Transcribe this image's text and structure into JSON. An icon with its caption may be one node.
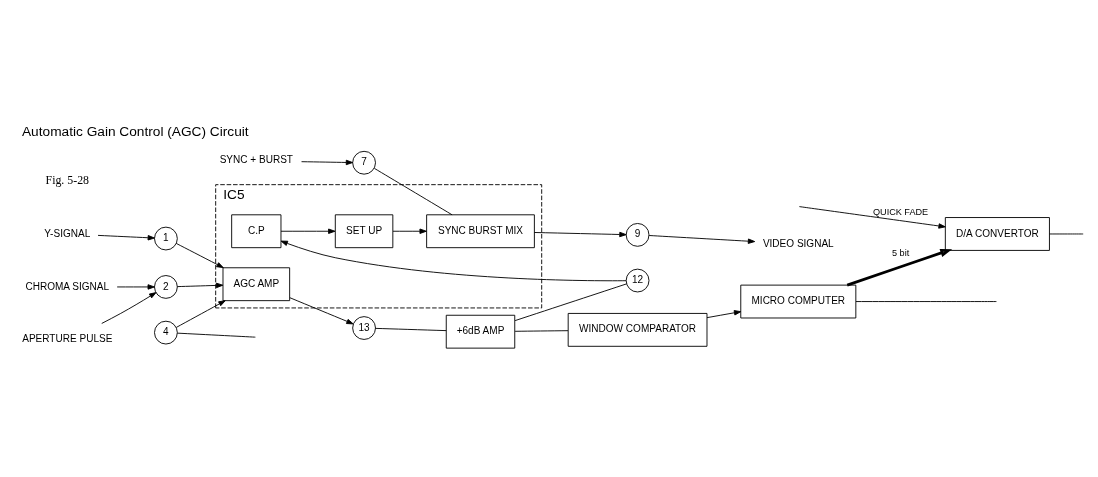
{
  "diagram": {
    "title": "Automatic Gain Control (AGC) Circuit",
    "nodes": [
      {
        "text": [
          "IC5"
        ]
      },
      {
        "text": [
          "+6dB AMP"
        ]
      },
      {
        "text": [
          "WINDOW COMPARATOR"
        ]
      },
      {
        "text": [
          "13"
        ]
      },
      {
        "text": [
          "12"
        ]
      },
      {
        "text": [
          "C.P"
        ],
        "in": 0
      },
      {
        "text": [
          "MICRO COMPUTER"
        ]
      },
      {
        "text": [
          "Y-SIGNAL"
        ]
      },
      {
        "text": [
          "1"
        ]
      },
      {
        "text": [
          "AGC AMP"
        ],
        "in": 0
      },
      {
        "text": [
          "CHROMA SIGNAL"
        ]
      },
      {
        "text": [
          "2"
        ]
      },
      {
        "text": [
          "SET UP"
        ],
        "in": 0
      },
      {
        "text": [
          "SYNC BURST MIX"
        ],
        "in": 0
      },
      {
        "text": [
          "7"
        ]
      },
      {
        "text": [
          "SYNC + BURST"
        ]
      },
      {
        "text": [
          "D/A CONVERTOR"
        ]
      },
      {
        "text": [
          "4"
        ]
      },
      {
        "text": [
          "9"
        ]
      },
      {
        "text": [
          "APERTURE PULSE"
        ]
      },
      {
        "text": [
          "VIDEO SIGNAL"
        ]
      }
    ],
    "edges": [
      {
        "from": 3,
        "to": 1,
        "arrow": "none"
      },
      {
        "from": 1,
        "to": 2,
        "arrow": "none"
      },
      {
        "from": 1,
        "to": 4,
        "arrow": "none"
      },
      {
        "from": 2,
        "to": 6,
        "arrow": "to"
      },
      {
        "from": 4,
        "to": 5,
        "arrow": "to"
      },
      {
        "from": 5,
        "to": 12,
        "arrow": "to"
      },
      {
        "from": 12,
        "to": 13,
        "arrow": "to"
      },
      {
        "from": 13,
        "to": 18,
        "arrow": "to"
      },
      {
        "from": 15,
        "to": 14,
        "arrow": "to"
      },
      {
        "from": 14,
        "to": 13,
        "arrow": "none"
      },
      {
        "from": 18,
        "to": 20,
        "arrow": "to"
      },
      {
        "from": 7,
        "to": 8,
        "arrow": "to"
      },
      {
        "from": 8,
        "to": 9,
        "arrow": "to"
      },
      {
        "from": 10,
        "to": 11,
        "arrow": "to"
      },
      {
        "from": 19,
        "to": 11,
        "arrow": "to"
      },
      {
        "from": 11,
        "to": 9,
        "arrow": "to"
      },
      {
        "from": 9,
        "to": 3,
        "arrow": "to"
      },
      {
        "from": 17,
        "to": 9,
        "arrow": "to"
      },
      {
        "from": 17,
        "to": null,
        "arrow": "none"
      },
      {
        "from": 6,
        "to": 16,
        "arrow": "to",
        "label": "5 bit",
        "style": "thick"
      },
      {
        "from": 6,
        "to": null,
        "arrow": "none"
      },
      {
        "from": null,
        "to": 16,
        "arrow": "to",
        "label": "QUICK FADE"
      },
      {
        "from": 16,
        "to": null,
        "arrow": "none"
      }
    ],
    "labels": [
      "Fig. 5-28"
    ]
  }
}
